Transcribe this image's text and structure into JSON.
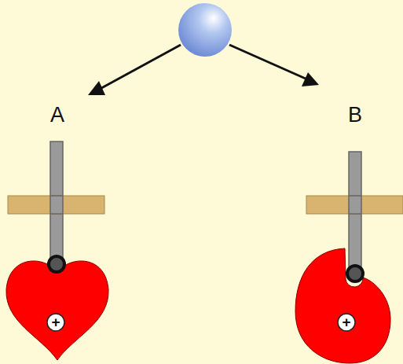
{
  "diagram": {
    "nodes": [
      {
        "text": [
          "+"
        ]
      },
      {
        "text": [
          "+"
        ]
      }
    ],
    "labels": [
      "A",
      "B"
    ]
  }
}
